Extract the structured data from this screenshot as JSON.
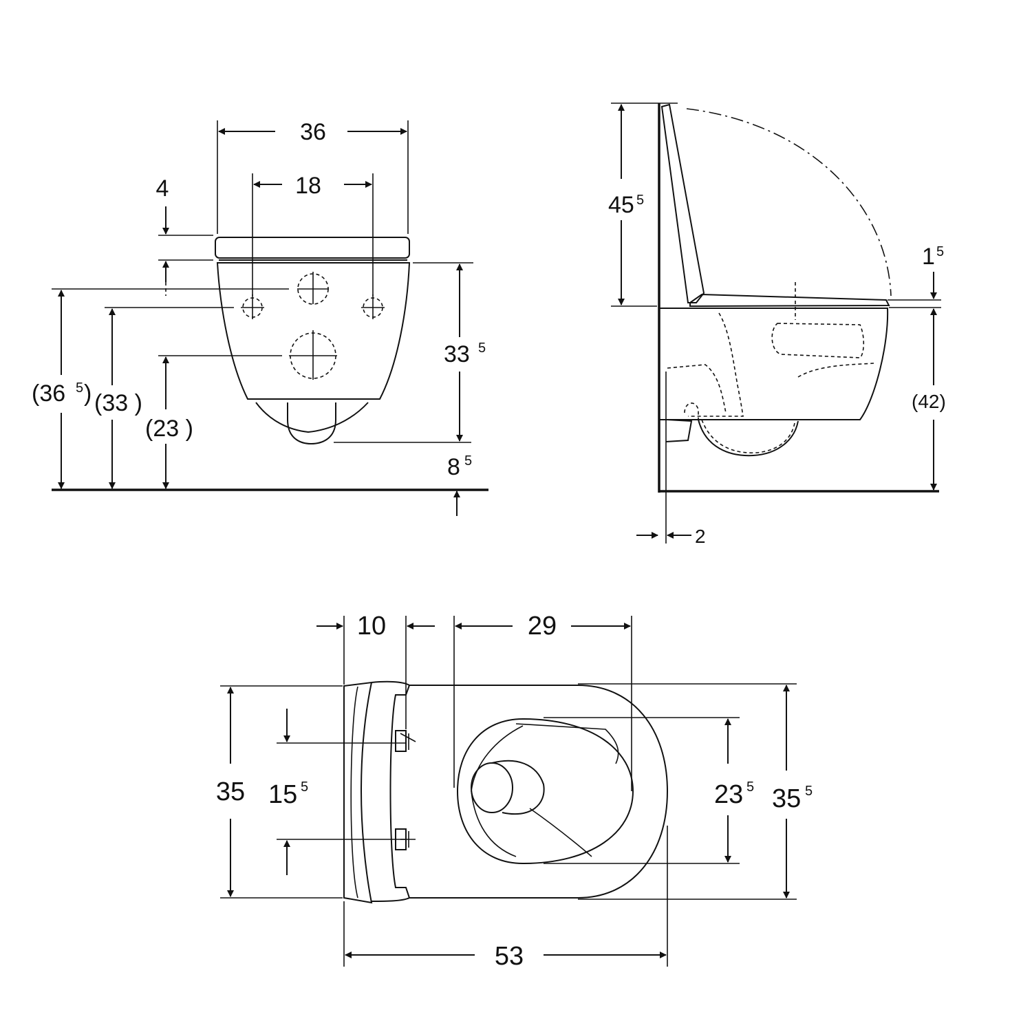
{
  "front_view": {
    "width_total": "36",
    "hole_spacing": "18",
    "seat_thickness": "4",
    "height_inlet": "33",
    "height_inlet_sup": "5",
    "height_upper": "(36",
    "height_upper_sup": "5",
    "height_upper_close": ")",
    "height_mid": "(33 )",
    "height_low": "(23 )",
    "bottom_gap": "8",
    "bottom_gap_sup": "5"
  },
  "side_view": {
    "lid_height": "45",
    "lid_height_sup": "5",
    "seat_gap": "1",
    "seat_gap_sup": "5",
    "rim_height": "(42)",
    "wall_gap": "2"
  },
  "top_view": {
    "depth_back": "10",
    "bowl_length": "29",
    "total_length": "53",
    "width_seat": "35",
    "fix_spacing": "15",
    "fix_spacing_sup": "5",
    "opening_width": "23",
    "opening_width_sup": "5",
    "width_bowl": "35",
    "width_bowl_sup": "5"
  }
}
